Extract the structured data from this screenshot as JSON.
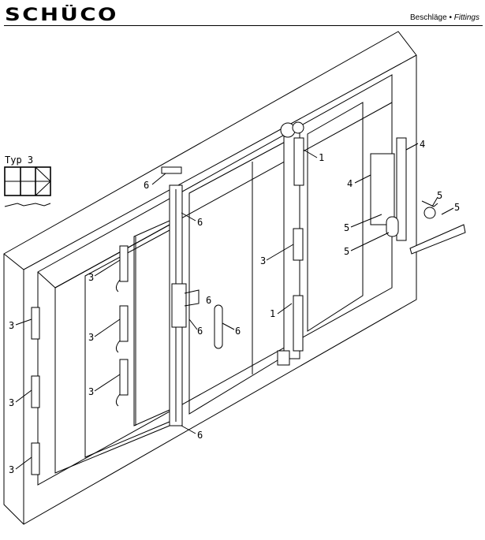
{
  "header": {
    "logo": "SCHÜCO",
    "section_de": "Beschläge",
    "separator": "•",
    "section_en": "Fittings"
  },
  "type_icon": {
    "label": "Typ 3"
  },
  "callouts": {
    "hinge_top": "1",
    "hinge_bottom": "1",
    "hinge_mid_right": "3",
    "hinge_inner_1": "3",
    "hinge_inner_2": "3",
    "hinge_inner_3": "3",
    "hinge_outer_1": "3",
    "hinge_outer_2": "3",
    "hinge_outer_3": "3",
    "lock_right": "4",
    "lock_left": "4",
    "handle_top": "5",
    "handle_lever": "5",
    "lock_cylinder": "5",
    "escutcheon": "5",
    "espag_top_keeper": "6",
    "espag_top": "6",
    "espag_gear": "6",
    "espag_mid": "6",
    "espag_handle": "6",
    "espag_bottom": "6"
  }
}
